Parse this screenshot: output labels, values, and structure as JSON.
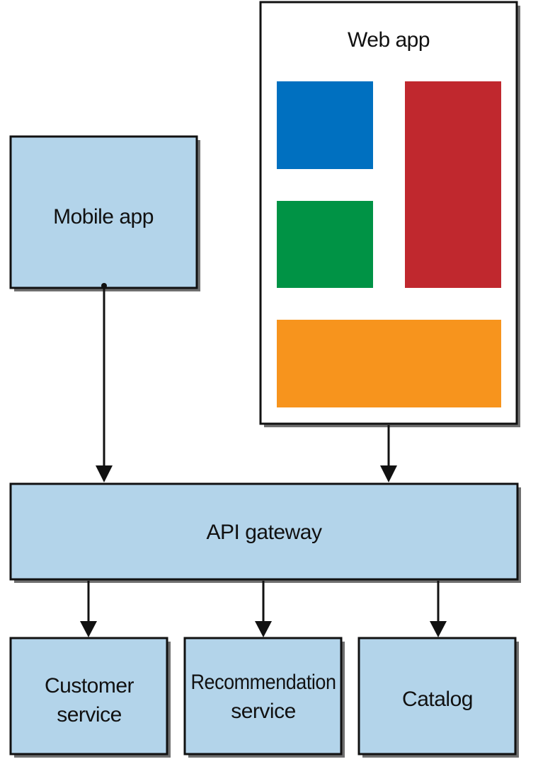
{
  "colors": {
    "box_fill": "#b3d4ea",
    "box_stroke": "#111111",
    "shadow": "#6f6f6f",
    "webapp_fill": "#ffffff",
    "block_blue": "#0070c0",
    "block_red": "#c0282e",
    "block_green": "#009345",
    "block_orange": "#f7941d",
    "arrow": "#111111"
  },
  "nodes": {
    "web_app": {
      "label": "Web app"
    },
    "mobile_app": {
      "label": "Mobile app"
    },
    "api_gateway": {
      "label": "API gateway"
    },
    "customer_service": {
      "label_line1": "Customer",
      "label_line2": "service"
    },
    "recommendation_service": {
      "label_line1": "Recommendation",
      "label_line2": "service"
    },
    "catalog": {
      "label": "Catalog"
    }
  },
  "edges": [
    {
      "from": "mobile_app",
      "to": "api_gateway"
    },
    {
      "from": "web_app",
      "to": "api_gateway"
    },
    {
      "from": "api_gateway",
      "to": "customer_service"
    },
    {
      "from": "api_gateway",
      "to": "recommendation_service"
    },
    {
      "from": "api_gateway",
      "to": "catalog"
    }
  ]
}
